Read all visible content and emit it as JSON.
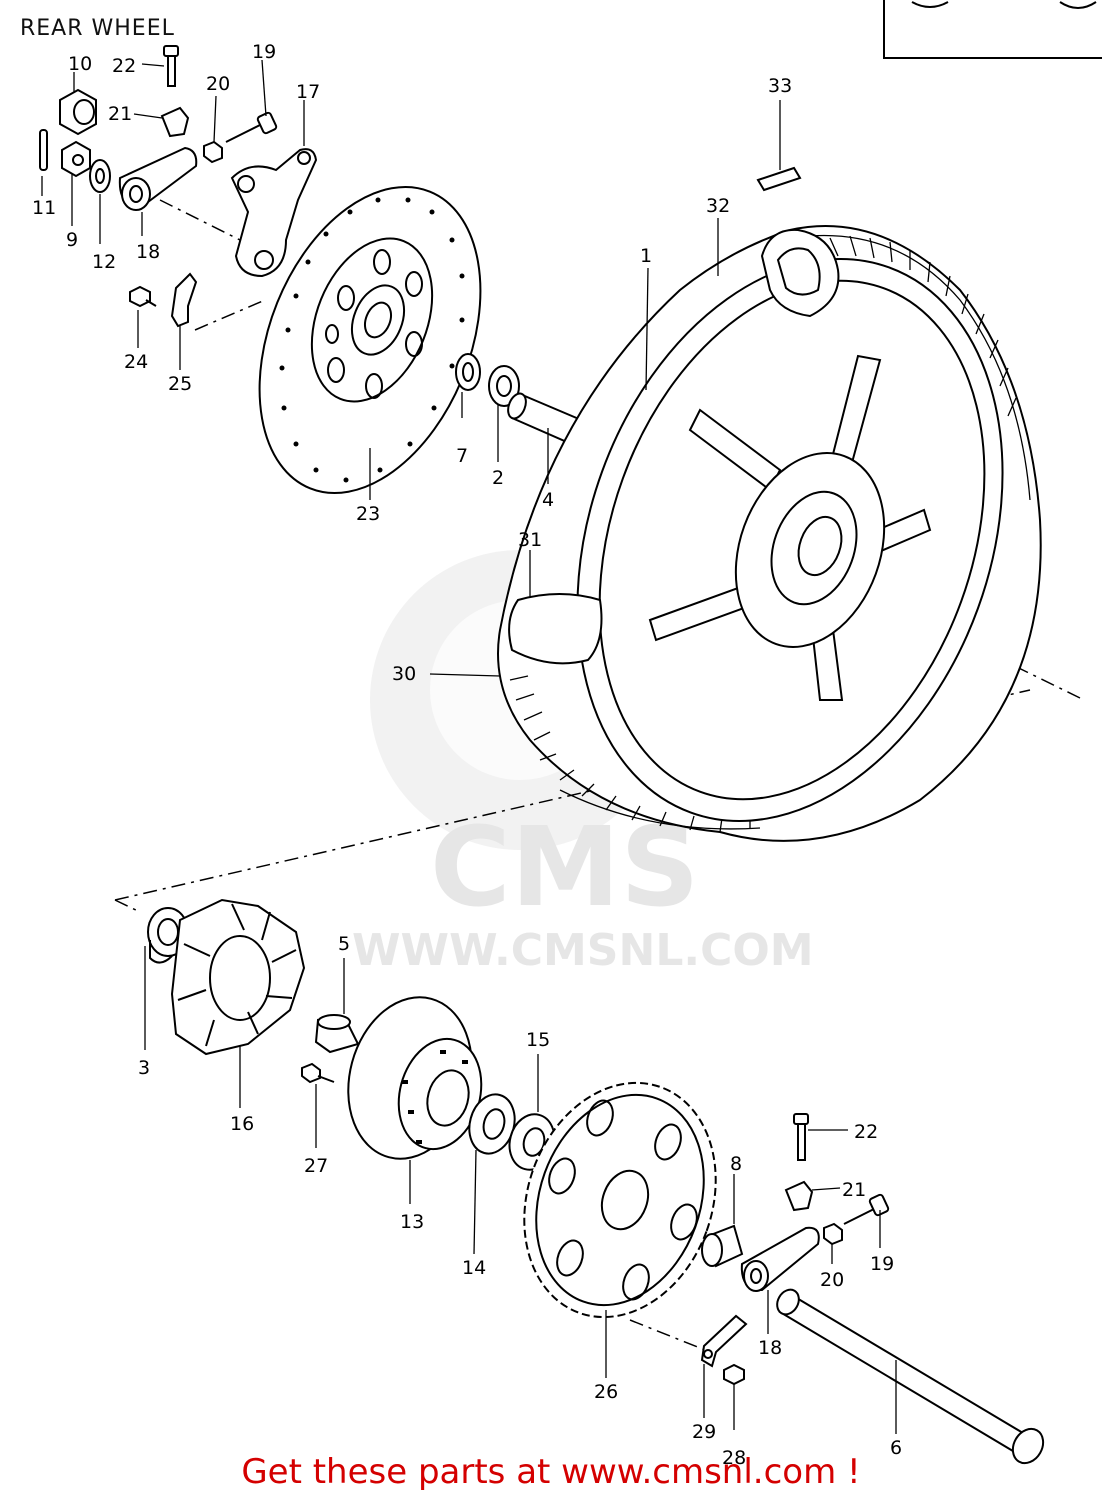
{
  "header": {
    "title": "REAR WHEEL"
  },
  "footer": {
    "cta_text": "Get these parts at www.cmsnl.com !",
    "cta_color": "#d40000"
  },
  "watermark": {
    "brand": "CMS",
    "url": "WWW.CMSNL.COM"
  },
  "callouts": [
    "10",
    "22",
    "19",
    "20",
    "17",
    "21",
    "11",
    "9",
    "12",
    "18",
    "24",
    "25",
    "23",
    "7",
    "2",
    "4",
    "33",
    "32",
    "1",
    "31",
    "30",
    "3",
    "16",
    "5",
    "27",
    "13",
    "14",
    "15",
    "26",
    "8",
    "22",
    "21",
    "19",
    "20",
    "18",
    "29",
    "28",
    "6"
  ]
}
